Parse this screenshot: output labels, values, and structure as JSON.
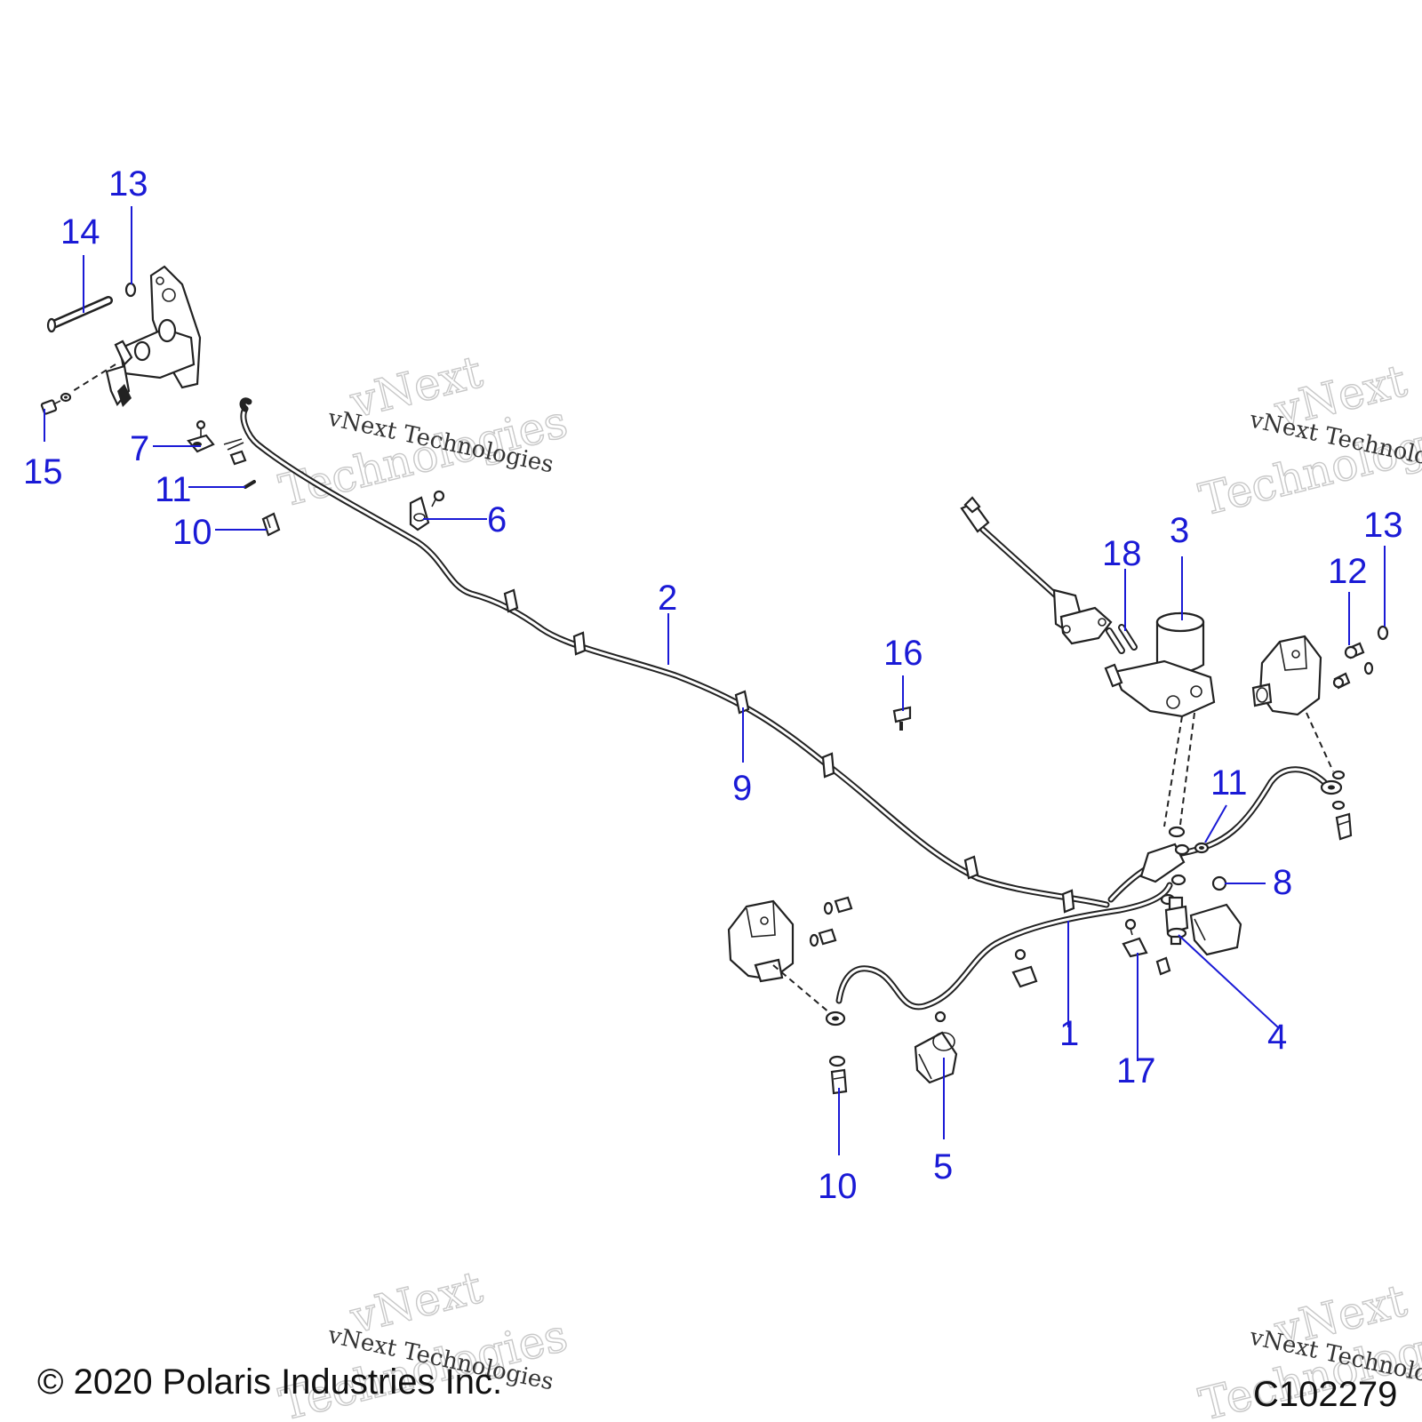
{
  "watermark": {
    "line1": "vNext",
    "line2": "Technologies",
    "small": "vNext Technologies"
  },
  "callouts": {
    "c1": "1",
    "c2": "2",
    "c3": "3",
    "c4": "4",
    "c5": "5",
    "c6": "6",
    "c7": "7",
    "c8": "8",
    "c9": "9",
    "c10a": "10",
    "c10b": "10",
    "c11a": "11",
    "c11b": "11",
    "c12": "12",
    "c13a": "13",
    "c13b": "13",
    "c14": "14",
    "c15": "15",
    "c16": "16",
    "c17": "17",
    "c18": "18"
  },
  "footer": {
    "copyright": "© 2020 Polaris Industries Inc.",
    "figure_id": "C102279"
  },
  "colors": {
    "callout": "#1a1ad6",
    "line": "#222222",
    "watermark": "#c8c8c8"
  }
}
